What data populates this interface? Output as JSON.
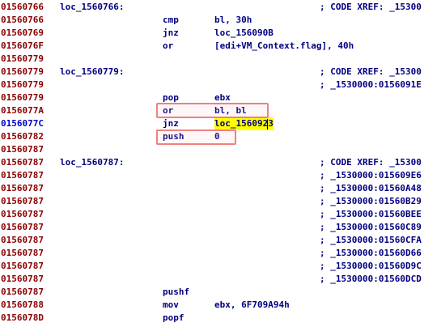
{
  "listing": {
    "lines": [
      {
        "addr": "01560766",
        "label": "loc_1560766:",
        "mnem": "",
        "ops": "",
        "cmt": "; CODE XREF: _15300"
      },
      {
        "addr": "01560766",
        "label": "",
        "mnem": "cmp",
        "ops": "bl, 30h",
        "cmt": ""
      },
      {
        "addr": "01560769",
        "label": "",
        "mnem": "jnz",
        "ops": "loc_156090B",
        "cmt": ""
      },
      {
        "addr": "0156076F",
        "label": "",
        "mnem": "or",
        "ops": "[edi+VM_Context.flag], 40h",
        "cmt": ""
      },
      {
        "addr": "01560779",
        "label": "",
        "mnem": "",
        "ops": "",
        "cmt": ""
      },
      {
        "addr": "01560779",
        "label": "loc_1560779:",
        "mnem": "",
        "ops": "",
        "cmt": "; CODE XREF: _15300"
      },
      {
        "addr": "01560779",
        "label": "",
        "mnem": "",
        "ops": "",
        "cmt": "; _1530000:0156091E"
      },
      {
        "addr": "01560779",
        "label": "",
        "mnem": "pop",
        "ops": "ebx",
        "cmt": ""
      },
      {
        "addr": "0156077A",
        "label": "",
        "mnem": "or",
        "ops": "bl, bl",
        "cmt": ""
      },
      {
        "addr": "0156077C",
        "label": "",
        "mnem": "jnz",
        "ops": "loc_1560923",
        "cmt": "",
        "current": true
      },
      {
        "addr": "01560782",
        "label": "",
        "mnem": "push",
        "ops": "0",
        "cmt": ""
      },
      {
        "addr": "01560787",
        "label": "",
        "mnem": "",
        "ops": "",
        "cmt": ""
      },
      {
        "addr": "01560787",
        "label": "loc_1560787:",
        "mnem": "",
        "ops": "",
        "cmt": "; CODE XREF: _15300"
      },
      {
        "addr": "01560787",
        "label": "",
        "mnem": "",
        "ops": "",
        "cmt": "; _1530000:015609E6"
      },
      {
        "addr": "01560787",
        "label": "",
        "mnem": "",
        "ops": "",
        "cmt": "; _1530000:01560A48"
      },
      {
        "addr": "01560787",
        "label": "",
        "mnem": "",
        "ops": "",
        "cmt": "; _1530000:01560B29"
      },
      {
        "addr": "01560787",
        "label": "",
        "mnem": "",
        "ops": "",
        "cmt": "; _1530000:01560BEE"
      },
      {
        "addr": "01560787",
        "label": "",
        "mnem": "",
        "ops": "",
        "cmt": "; _1530000:01560C89"
      },
      {
        "addr": "01560787",
        "label": "",
        "mnem": "",
        "ops": "",
        "cmt": "; _1530000:01560CFA"
      },
      {
        "addr": "01560787",
        "label": "",
        "mnem": "",
        "ops": "",
        "cmt": "; _1530000:01560D66"
      },
      {
        "addr": "01560787",
        "label": "",
        "mnem": "",
        "ops": "",
        "cmt": "; _1530000:01560D9C"
      },
      {
        "addr": "01560787",
        "label": "",
        "mnem": "",
        "ops": "",
        "cmt": "; _1530000:01560DCD"
      },
      {
        "addr": "01560787",
        "label": "",
        "mnem": "pushf",
        "ops": "",
        "cmt": ""
      },
      {
        "addr": "01560788",
        "label": "",
        "mnem": "mov",
        "ops": "ebx, 6F709A94h",
        "cmt": ""
      },
      {
        "addr": "0156078D",
        "label": "",
        "mnem": "popf",
        "ops": "",
        "cmt": ""
      }
    ]
  },
  "colors": {
    "address": "#8b0000",
    "current_address": "#0000c8",
    "code_text": "#000080",
    "highlight": "#ffff00",
    "annotation_box": "#f08080"
  }
}
